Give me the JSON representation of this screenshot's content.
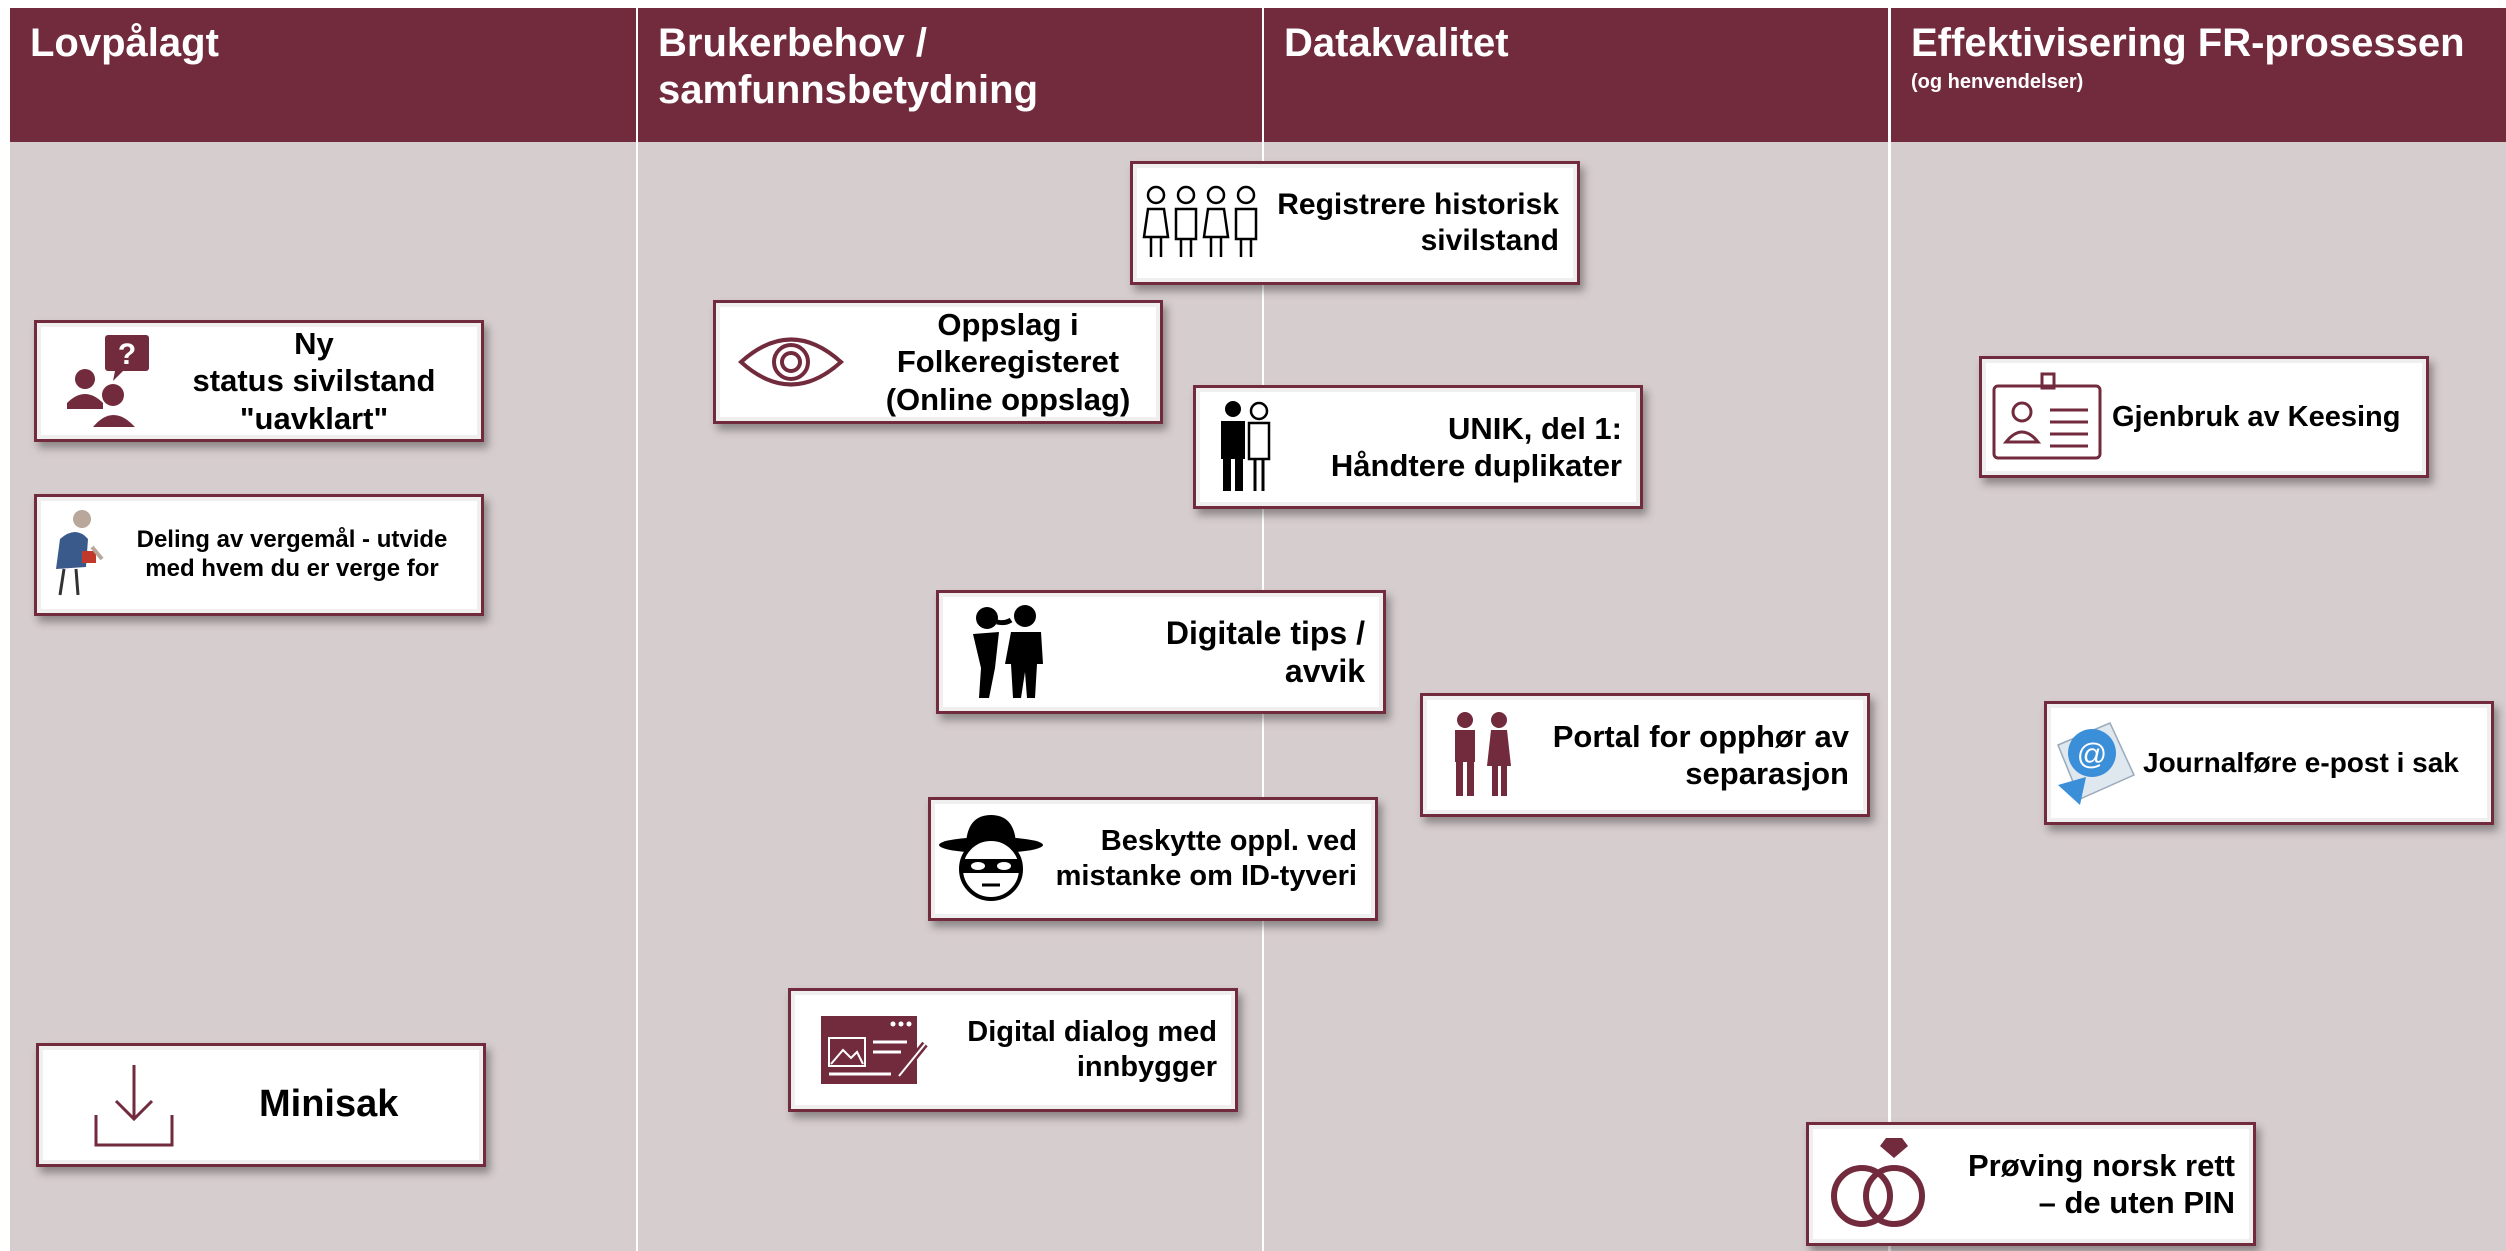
{
  "columns": [
    {
      "title": "Lovpålagt",
      "subtitle": ""
    },
    {
      "title": "Brukerbehov / samfunnsbetydning",
      "subtitle": ""
    },
    {
      "title": "Datakvalitet",
      "subtitle": ""
    },
    {
      "title": "Effektivisering FR-prosessen",
      "subtitle": "(og henvendelser)"
    }
  ],
  "cards": {
    "ny_status": {
      "label": "Ny\nstatus sivilstand\n\"uavklart\"",
      "icon": "person-question-icon"
    },
    "vergemal": {
      "label": "Deling av vergemål - utvide\nmed hvem du er verge for",
      "icon": "elderly-person-icon"
    },
    "minisak": {
      "label": "Minisak",
      "icon": "download-tray-icon"
    },
    "oppslag": {
      "label": "Oppslag i\nFolkeregisteret\n(Online oppslag)",
      "icon": "eye-icon"
    },
    "historisk": {
      "label": "Registrere historisk\nsivilstand",
      "icon": "family-group-icon"
    },
    "unik": {
      "label": "UNIK, del 1:\nHåndtere duplikater",
      "icon": "two-persons-icon"
    },
    "tips": {
      "label": "Digitale tips / avvik",
      "icon": "whisper-people-icon"
    },
    "id_tyveri": {
      "label": "Beskytte oppl. ved\nmistanke om ID-tyveri",
      "icon": "masked-thief-icon"
    },
    "dialog": {
      "label": "Digital dialog med\ninnbygger",
      "icon": "web-form-icon"
    },
    "portal": {
      "label": "Portal for opphør av\nseparasjon",
      "icon": "couple-icon"
    },
    "keesing": {
      "label": "Gjenbruk av Keesing",
      "icon": "id-badge-icon"
    },
    "journal": {
      "label": "Journalføre e-post i sak",
      "icon": "email-envelope-icon"
    },
    "proving": {
      "label": "Prøving norsk rett\n– de uten PIN",
      "icon": "wedding-rings-icon"
    }
  },
  "colors": {
    "header": "#722b3d",
    "background": "#d6cdce",
    "accent": "#722b3d"
  }
}
